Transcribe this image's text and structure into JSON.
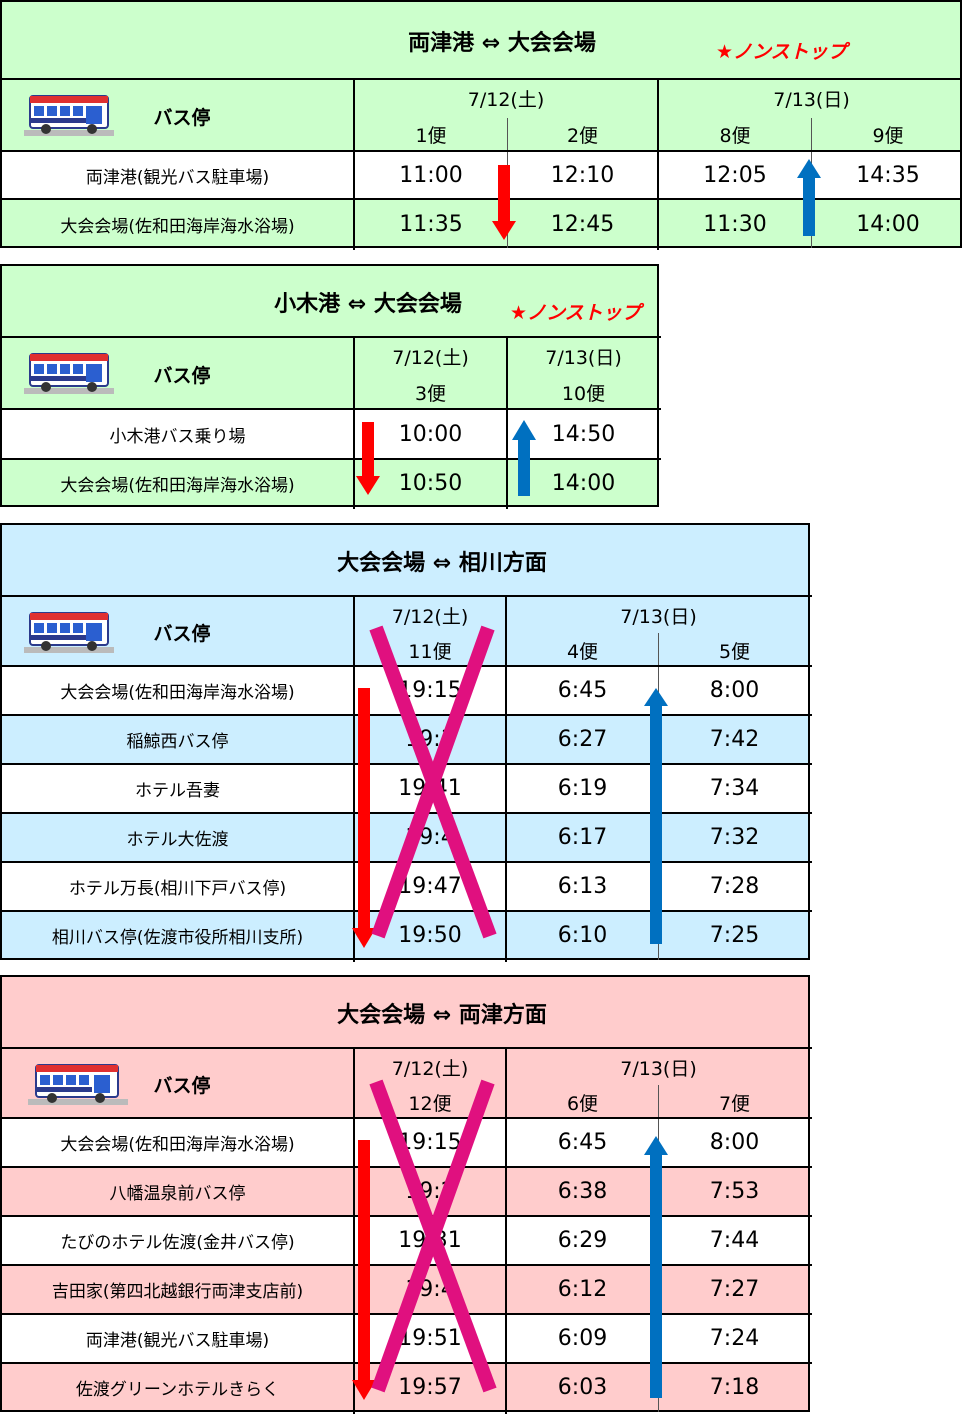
{
  "table1": {
    "title": "両津港 ⇔ 大会会場",
    "nonstop": "★ノンストップ",
    "busstop_label": "バス停",
    "date1": "7/12(土)",
    "date2": "7/13(日)",
    "flights": [
      "1便",
      "2便",
      "8便",
      "9便"
    ],
    "rows": [
      {
        "stop": "両津港(観光バス駐車場)",
        "times": [
          "11:00",
          "12:10",
          "12:05",
          "14:35"
        ]
      },
      {
        "stop": "大会会場(佐和田海岸海水浴場)",
        "times": [
          "11:35",
          "12:45",
          "11:30",
          "14:00"
        ]
      }
    ]
  },
  "table2": {
    "title": "小木港 ⇔ 大会会場",
    "nonstop": "★ノンストップ",
    "busstop_label": "バス停",
    "date1": "7/12(土)",
    "date2": "7/13(日)",
    "flights": [
      "3便",
      "10便"
    ],
    "rows": [
      {
        "stop": "小木港バス乗り場",
        "times": [
          "10:00",
          "14:50"
        ]
      },
      {
        "stop": "大会会場(佐和田海岸海水浴場)",
        "times": [
          "10:50",
          "14:00"
        ]
      }
    ]
  },
  "table3": {
    "title": "大会会場 ⇔ 相川方面",
    "busstop_label": "バス停",
    "date1": "7/12(土)",
    "date2": "7/13(日)",
    "flights": [
      "11便",
      "4便",
      "5便"
    ],
    "rows": [
      {
        "stop": "大会会場(佐和田海岸海水浴場)",
        "times": [
          "19:15",
          "6:45",
          "8:00"
        ]
      },
      {
        "stop": "稲鯨西バス停",
        "times": [
          "19:3",
          "6:27",
          "7:42"
        ]
      },
      {
        "stop": "ホテル吾妻",
        "times": [
          "19:41",
          "6:19",
          "7:34"
        ]
      },
      {
        "stop": "ホテル大佐渡",
        "times": [
          "19:4",
          "6:17",
          "7:32"
        ]
      },
      {
        "stop": "ホテル万長(相川下戸バス停)",
        "times": [
          "19:47",
          "6:13",
          "7:28"
        ]
      },
      {
        "stop": "相川バス停(佐渡市役所相川支所)",
        "times": [
          "19:50",
          "6:10",
          "7:25"
        ]
      }
    ]
  },
  "table4": {
    "title": "大会会場 ⇔ 両津方面",
    "busstop_label": "バス停",
    "date1": "7/12(土)",
    "date2": "7/13(日)",
    "flights": [
      "12便",
      "6便",
      "7便"
    ],
    "rows": [
      {
        "stop": "大会会場(佐和田海岸海水浴場)",
        "times": [
          "19:15",
          "6:45",
          "8:00"
        ]
      },
      {
        "stop": "八幡温泉前バス停",
        "times": [
          "19:2",
          "6:38",
          "7:53"
        ]
      },
      {
        "stop": "たびのホテル佐渡(金井バス停)",
        "times": [
          "19:31",
          "6:29",
          "7:44"
        ]
      },
      {
        "stop": "吉田家(第四北越銀行両津支店前)",
        "times": [
          "19:4",
          "6:12",
          "7:27"
        ]
      },
      {
        "stop": "両津港(観光バス駐車場)",
        "times": [
          "19:51",
          "6:09",
          "7:24"
        ]
      },
      {
        "stop": "佐渡グリーンホテルきらく",
        "times": [
          "19:57",
          "6:03",
          "7:18"
        ]
      }
    ]
  },
  "colors": {
    "green": "#ccffcc",
    "blue": "#cceeff",
    "pink": "#ffcccc",
    "arrow_red": "#ff0000",
    "arrow_blue": "#0070c0",
    "cross": "#e0107f",
    "nonstop": "#ff0000"
  }
}
